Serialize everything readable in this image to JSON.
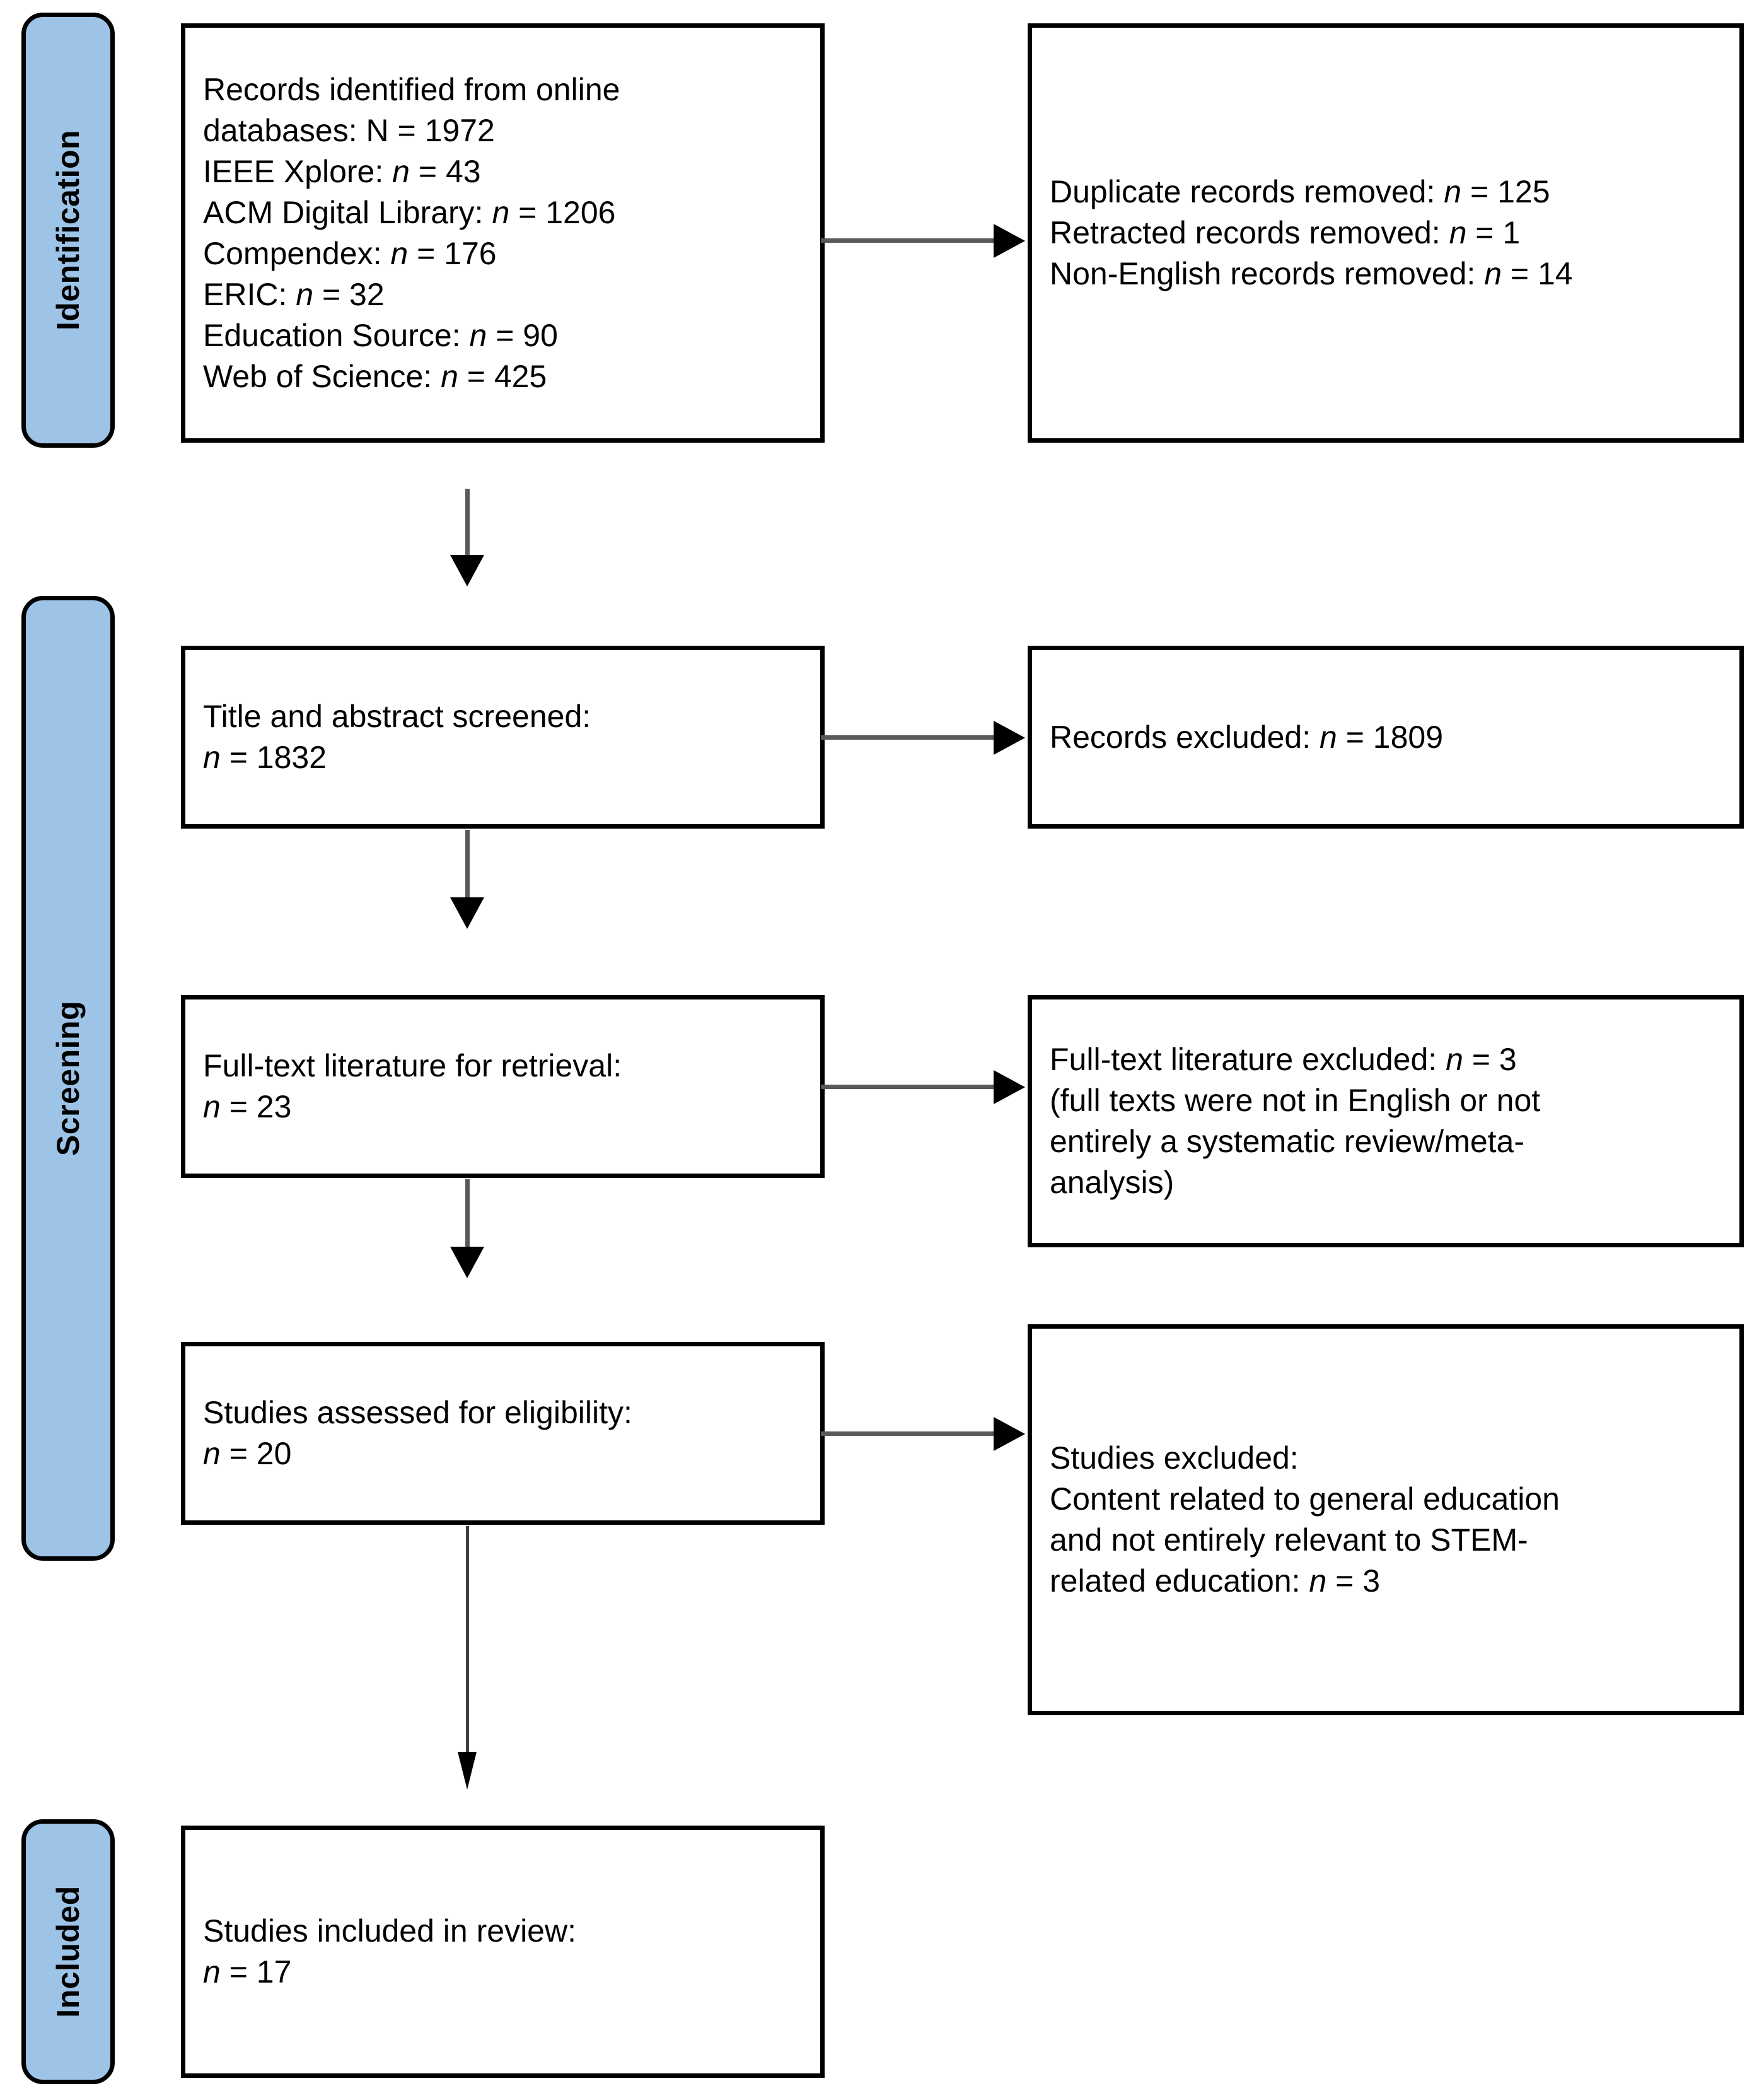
{
  "diagram": {
    "type": "prisma-flow-diagram",
    "accent_color": "#9DC3E6",
    "border_color": "#000000",
    "connector_color": "#595959",
    "background_color": "#FFFFFF"
  },
  "stages": {
    "identification": "Identification",
    "screening": "Screening",
    "included": "Included"
  },
  "boxes": {
    "records_identified": {
      "lines": [
        "Records identified from online",
        "databases: N = 1972",
        "IEEE Xplore: n = 43",
        "ACM Digital Library: n = 1206",
        "Compendex: n = 176",
        "ERIC: n = 32",
        "Education Source: n = 90",
        "Web of Science: n = 425"
      ]
    },
    "records_removed": {
      "lines": [
        "Duplicate records removed: n = 125",
        "Retracted records removed: n = 1",
        "Non-English records removed: n = 14"
      ]
    },
    "title_abstract_screened": {
      "lines": [
        "Title and abstract screened:",
        "n = 1832"
      ]
    },
    "records_excluded": {
      "lines": [
        "Records excluded: n = 1809"
      ]
    },
    "fulltext_retrieval": {
      "lines": [
        "Full-text literature for retrieval:",
        "n = 23"
      ]
    },
    "fulltext_excluded": {
      "lines": [
        "Full-text literature excluded: n = 3",
        "(full texts were not in English or not",
        "entirely a systematic review/meta-",
        "analysis)"
      ]
    },
    "studies_eligibility": {
      "lines": [
        "Studies assessed for eligibility:",
        "n = 20"
      ]
    },
    "studies_excluded": {
      "lines": [
        "Studies excluded:",
        "Content related to general education",
        "and not entirely relevant to STEM-",
        "related education: n = 3"
      ]
    },
    "studies_included": {
      "lines": [
        "Studies included in review:",
        "n = 17"
      ]
    }
  },
  "counts": {
    "total_identified": 1972,
    "ieee_xplore": 43,
    "acm_digital_library": 1206,
    "compendex": 176,
    "eric": 32,
    "education_source": 90,
    "web_of_science": 425,
    "duplicates_removed": 125,
    "retracted_removed": 1,
    "non_english_removed": 14,
    "title_abstract_screened": 1832,
    "records_excluded": 1809,
    "fulltext_for_retrieval": 23,
    "fulltext_excluded": 3,
    "studies_assessed": 20,
    "studies_excluded": 3,
    "studies_included": 17
  },
  "connectors": [
    {
      "name": "identification-to-removed",
      "direction": "right"
    },
    {
      "name": "identification-to-screening",
      "direction": "down"
    },
    {
      "name": "screening-to-excluded",
      "direction": "right"
    },
    {
      "name": "screening-to-fulltext",
      "direction": "down"
    },
    {
      "name": "fulltext-to-excluded",
      "direction": "right"
    },
    {
      "name": "fulltext-to-eligibility",
      "direction": "down"
    },
    {
      "name": "eligibility-to-excluded",
      "direction": "right"
    },
    {
      "name": "eligibility-to-included",
      "direction": "down"
    }
  ]
}
